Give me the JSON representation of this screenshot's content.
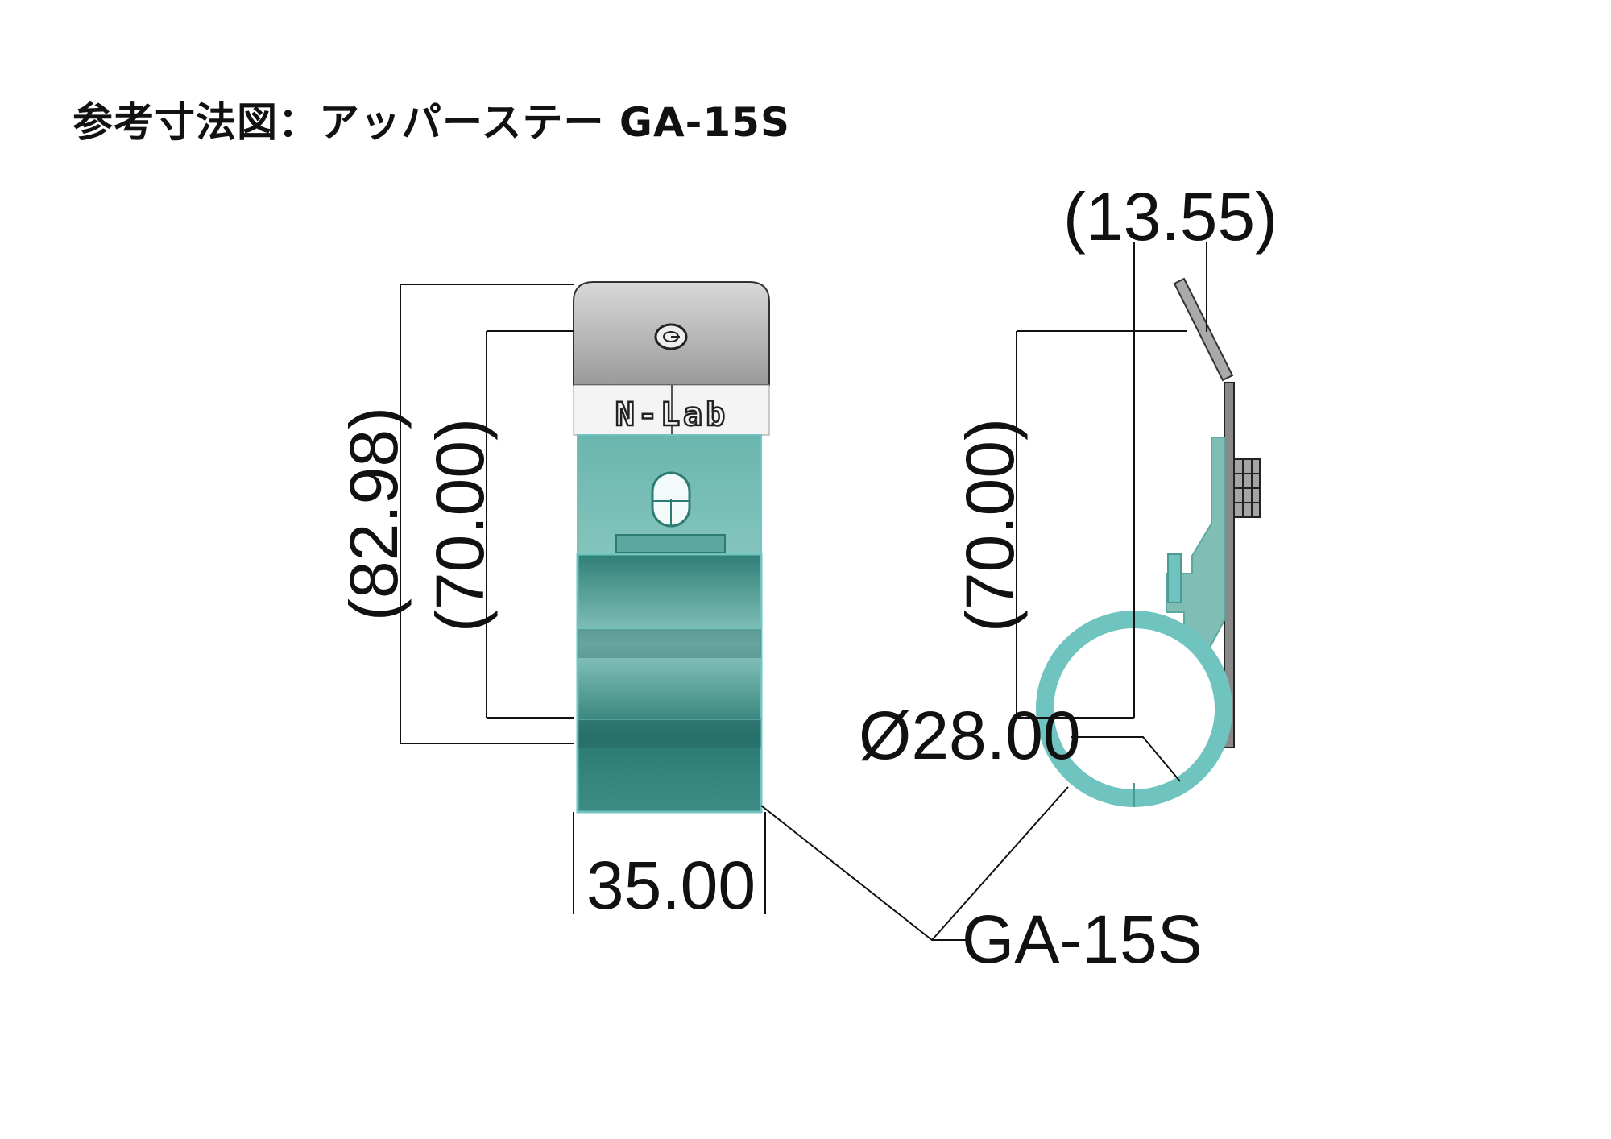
{
  "title": "参考寸法図：アッパーステー GA-15S",
  "logo_text": "N-Lab",
  "dimensions": {
    "front_height_total": "(82.98)",
    "front_height_inner": "(70.00)",
    "front_width": "35.00",
    "side_offset": "(13.55)",
    "side_height": "(70.00)",
    "clamp_diameter": "Ø28.00"
  },
  "part_label": "GA-15S",
  "colors": {
    "plate_gray": "#a8a8a8",
    "teal": "#6fc4c0",
    "teal_dark": "#2d7c74",
    "ink": "#111111"
  }
}
